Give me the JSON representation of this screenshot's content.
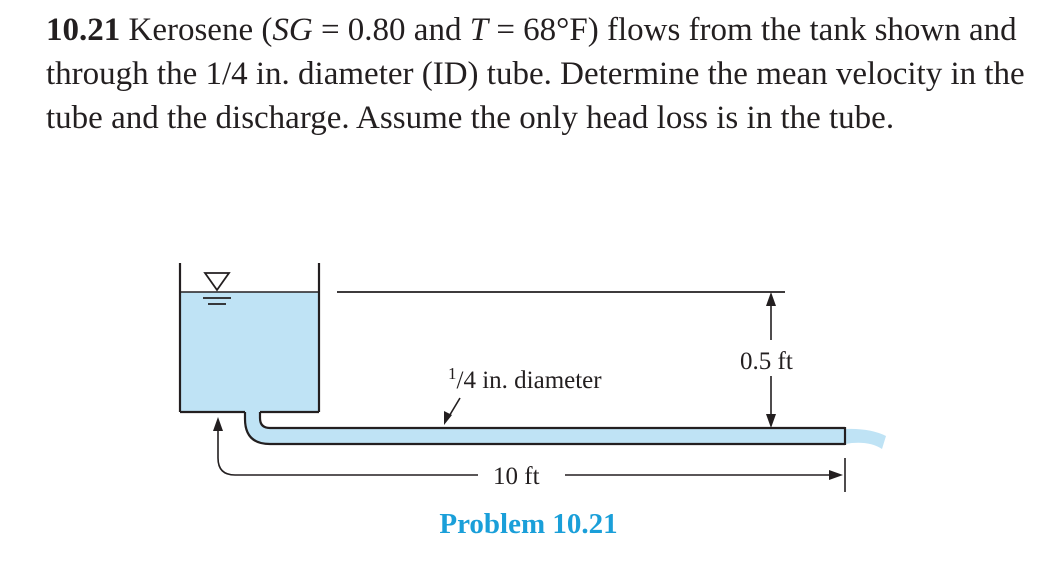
{
  "problem": {
    "number": "10.21",
    "fluid": "Kerosene (",
    "sg_symbol": "SG",
    "sg_value": " = 0.80 and ",
    "t_symbol": "T",
    "t_value": " = 68°F) flows from the tank shown and through the 1/4 in. diameter (ID) tube. Determine the mean velocity in the tube and the discharge. Assume the only head loss is in the tube."
  },
  "figure": {
    "diameter_frac_num": "1",
    "diameter_frac_den": "/4",
    "diameter_label": " in. diameter",
    "height_label": "0.5 ft",
    "length_label": "10 ft",
    "water_color": "#bfe3f5",
    "line_color": "#231f20"
  },
  "caption": "Problem 10.21"
}
